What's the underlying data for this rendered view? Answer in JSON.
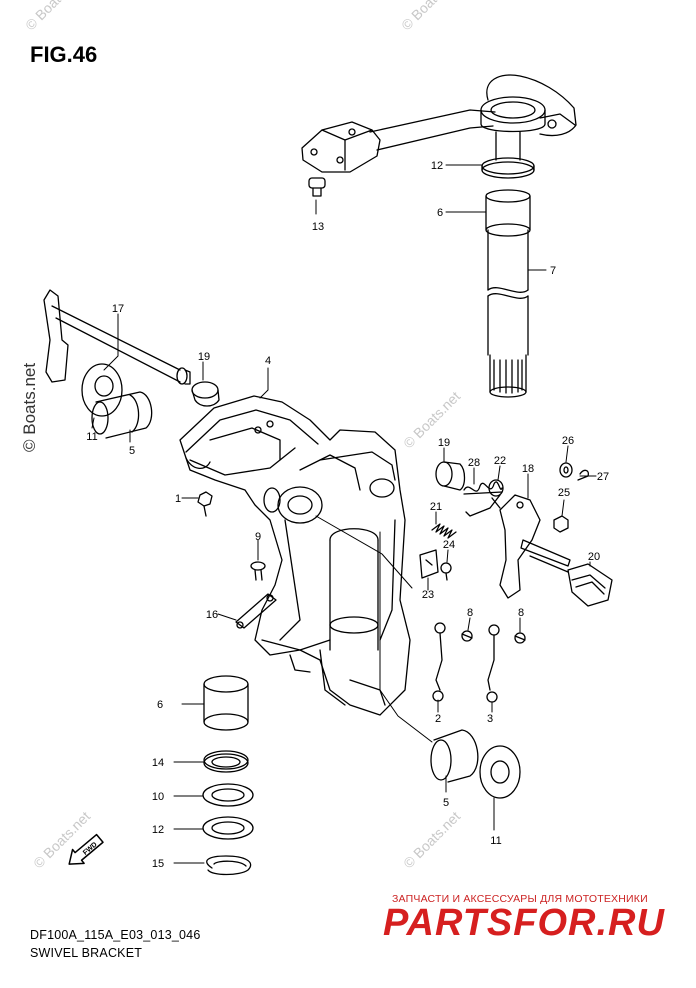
{
  "figure_title": "FIG.46",
  "footer": {
    "model_code": "DF100A_115A_E03_013_046",
    "caption": "SWIVEL BRACKET"
  },
  "brand": {
    "tagline": "ЗАПЧАСТИ И АКСЕССУАРЫ ДЛЯ МОТОТЕХНИКИ",
    "name": "PARTSFOR.RU",
    "color": "#d61f1f"
  },
  "watermark": {
    "text": "© Boats.net"
  },
  "arrow_badge": "FWD",
  "callouts": [
    {
      "id": "c12a",
      "label": "12"
    },
    {
      "id": "c6a",
      "label": "6"
    },
    {
      "id": "c7",
      "label": "7"
    },
    {
      "id": "c13",
      "label": "13"
    },
    {
      "id": "c17",
      "label": "17"
    },
    {
      "id": "c19a",
      "label": "19"
    },
    {
      "id": "c4",
      "label": "4"
    },
    {
      "id": "c11a",
      "label": "11"
    },
    {
      "id": "c5a",
      "label": "5"
    },
    {
      "id": "c1",
      "label": "1"
    },
    {
      "id": "c9",
      "label": "9"
    },
    {
      "id": "c16",
      "label": "16"
    },
    {
      "id": "c19b",
      "label": "19"
    },
    {
      "id": "c28",
      "label": "28"
    },
    {
      "id": "c22",
      "label": "22"
    },
    {
      "id": "c26",
      "label": "26"
    },
    {
      "id": "c27",
      "label": "27"
    },
    {
      "id": "c18",
      "label": "18"
    },
    {
      "id": "c25",
      "label": "25"
    },
    {
      "id": "c21",
      "label": "21"
    },
    {
      "id": "c24",
      "label": "24"
    },
    {
      "id": "c23",
      "label": "23"
    },
    {
      "id": "c20",
      "label": "20"
    },
    {
      "id": "c8a",
      "label": "8"
    },
    {
      "id": "c8b",
      "label": "8"
    },
    {
      "id": "c2",
      "label": "2"
    },
    {
      "id": "c3",
      "label": "3"
    },
    {
      "id": "c6b",
      "label": "6"
    },
    {
      "id": "c14",
      "label": "14"
    },
    {
      "id": "c10",
      "label": "10"
    },
    {
      "id": "c12b",
      "label": "12"
    },
    {
      "id": "c15",
      "label": "15"
    },
    {
      "id": "c5b",
      "label": "5"
    },
    {
      "id": "c11b",
      "label": "11"
    }
  ]
}
